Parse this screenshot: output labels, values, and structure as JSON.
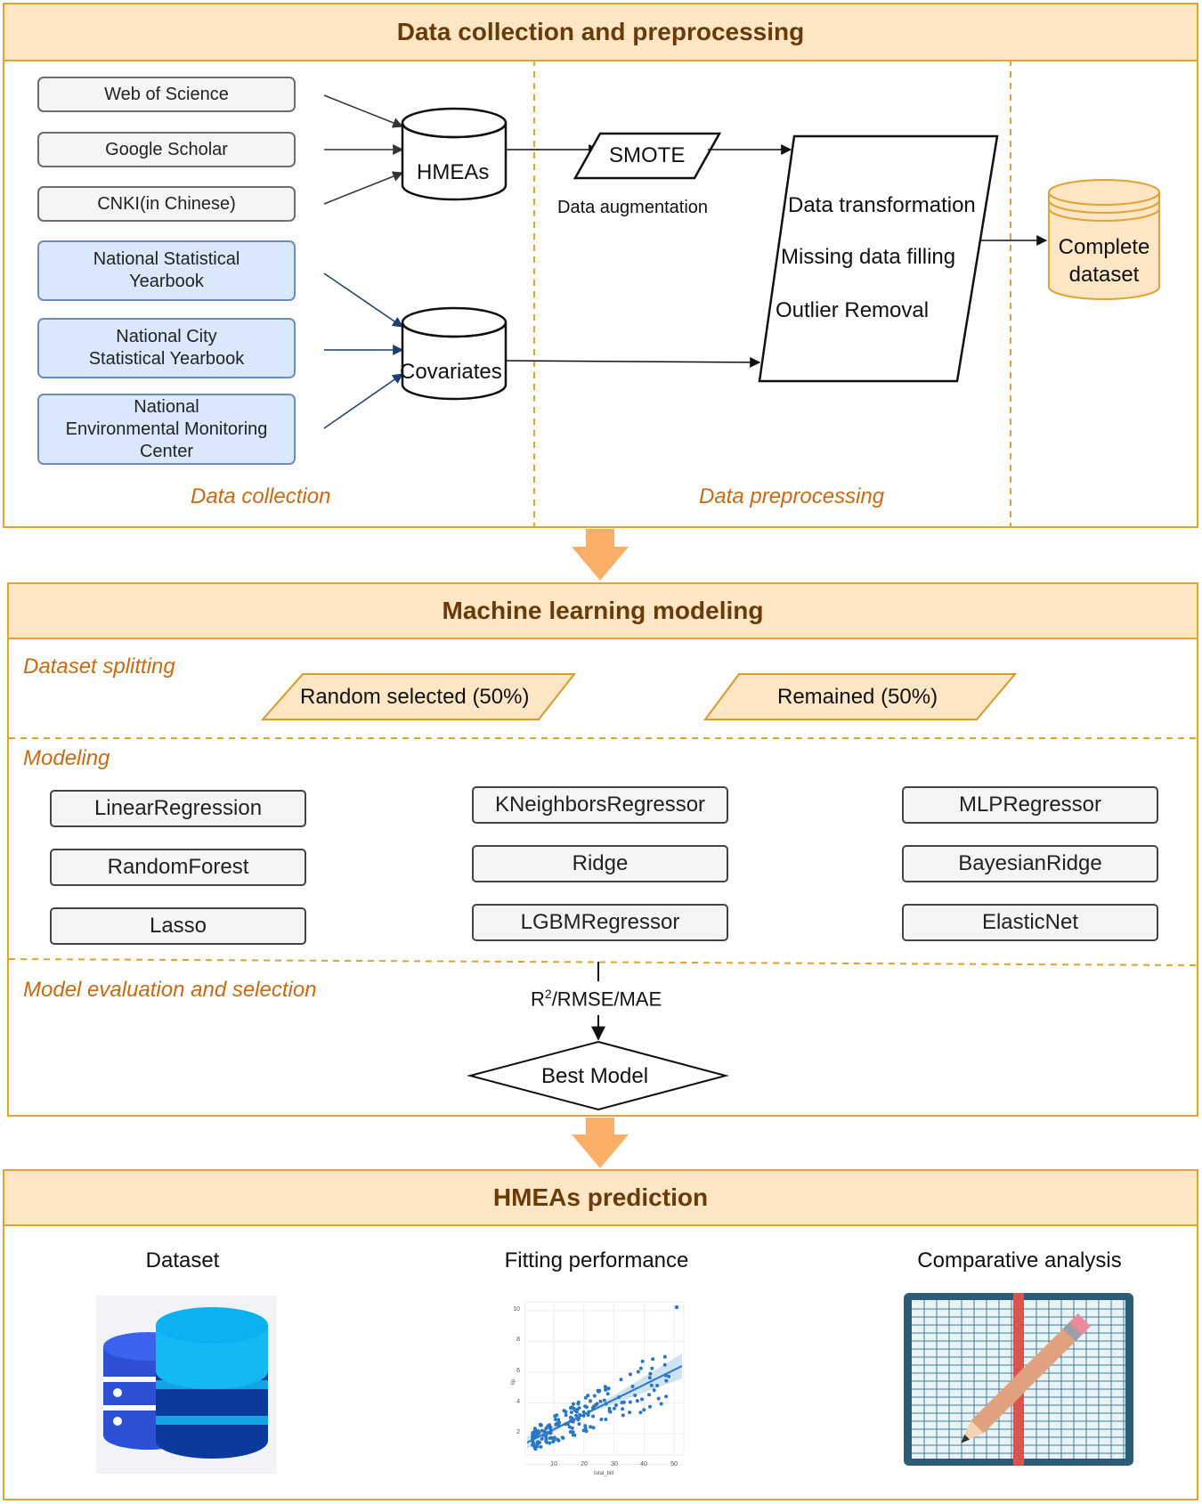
{
  "panel1": {
    "title": "Data collection and preprocessing",
    "sources_gray": [
      "Web of Science",
      "Google Scholar",
      "CNKI(in Chinese)"
    ],
    "sources_blue": [
      [
        "National Statistical",
        "Yearbook"
      ],
      [
        "National City",
        "Statistical Yearbook"
      ],
      [
        "National",
        "Environmental Monitoring Center"
      ]
    ],
    "db_hmeas": "HMEAs",
    "db_covariates": "Covariates",
    "smote": "SMOTE",
    "augmentation_label": "Data augmentation",
    "steps": [
      "Data transformation",
      "Missing data filling",
      "Outlier Removal"
    ],
    "complete_dataset": [
      "Complete",
      "dataset"
    ],
    "section_collection": "Data collection",
    "section_preprocessing": "Data preprocessing"
  },
  "panel2": {
    "title": "Machine learning modeling",
    "dataset_splitting": "Dataset splitting",
    "split_random": "Random selected (50%)",
    "split_remained": "Remained (50%)",
    "modeling": "Modeling",
    "models": [
      "LinearRegression",
      "RandomForest",
      "Lasso",
      "KNeighborsRegressor",
      "Ridge",
      "LGBMRegressor",
      "MLPRegressor",
      "BayesianRidge",
      "ElasticNet"
    ],
    "evaluation": "Model evaluation and selection",
    "metric_r": "R",
    "metric_sup": "2",
    "metric_rest": "/RMSE/MAE",
    "best_model": "Best Model"
  },
  "panel3": {
    "title": "HMEAs prediction",
    "col_dataset": "Dataset",
    "col_fitting": "Fitting performance",
    "col_comparative": "Comparative analysis",
    "plot_y_ticks": [
      "10",
      "8",
      "6",
      "4",
      "2"
    ],
    "plot_x_ticks": [
      "10",
      "20",
      "30",
      "40",
      "50"
    ],
    "plot_xlabel": "total_bill",
    "plot_ylabel": "tip"
  },
  "colors": {
    "panel_border": "#e3a333",
    "header_fill": "#fce6c4",
    "header_text": "#6a3a0a",
    "italic_label": "#cc6a12",
    "big_arrow": "#fbae66",
    "blue_box": "#dae8fc"
  }
}
